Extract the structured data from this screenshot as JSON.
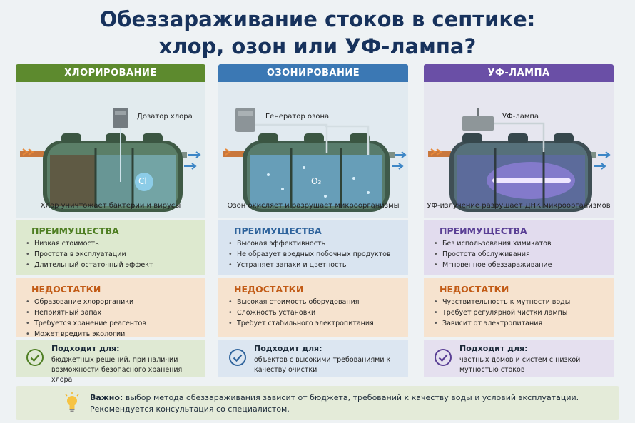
{
  "title_line1": "Обеззараживание стоков в септике:",
  "title_line2": "хлор, озон или УФ-лампа?",
  "columns": [
    {
      "header": "ХЛОРИРОВАНИЕ",
      "device_label": "Дозатор хлора",
      "tank_symbol": "Cl",
      "caption": "Хлор уничтожает бактерии и вирусы",
      "pros_title": "ПРЕИМУЩЕСТВА",
      "pros": [
        "Низкая стоимость",
        "Простота в эксплуатации",
        "Длительный остаточный эффект"
      ],
      "cons_title": "НЕДОСТАТКИ",
      "cons": [
        "Образование хлорорганики",
        "Неприятный запах",
        "Требуется хранение реагентов",
        "Может вредить экологии"
      ],
      "fit_title": "Подходит для:",
      "fit_text": "бюджетных решений, при наличии возможности безопасного хранения хлора",
      "accent": "#5d8a2e"
    },
    {
      "header": "ОЗОНИРОВАНИЕ",
      "device_label": "Генератор озона",
      "tank_symbol": "O₃",
      "caption": "Озон окисляет и разрушает микроорганизмы",
      "pros_title": "ПРЕИМУЩЕСТВА",
      "pros": [
        "Высокая эффективность",
        "Не образует вредных побочных продуктов",
        "Устраняет запахи и цветность"
      ],
      "cons_title": "НЕДОСТАТКИ",
      "cons": [
        "Высокая стоимость оборудования",
        "Сложность установки",
        "Требует стабильного электропитания"
      ],
      "fit_title": "Подходит для:",
      "fit_text": "объектов с высокими требованиями к качеству очистки",
      "accent": "#3b78b4"
    },
    {
      "header": "УФ-ЛАМПА",
      "device_label": "УФ-лампа",
      "tank_symbol": "",
      "caption": "УФ-излучение разрушает ДНК микроорганизмов",
      "pros_title": "ПРЕИМУЩЕСТВА",
      "pros": [
        "Без использования химикатов",
        "Простота обслуживания",
        "Мгновенное обеззараживание"
      ],
      "cons_title": "НЕДОСТАТКИ",
      "cons": [
        "Чувствительность к мутности воды",
        "Требует регулярной чистки лампы",
        "Зависит от электропитания"
      ],
      "fit_title": "Подходит для:",
      "fit_text": "частных домов и систем с низкой мутностью стоков",
      "accent": "#6a4fa6"
    }
  ],
  "note": {
    "label": "Важно:",
    "line1": "выбор метода обеззараживания зависит от бюджета, требований к качеству воды и условий эксплуатации.",
    "line2": "Рекомендуется консультация со специалистом.",
    "icon": "lightbulb-icon"
  },
  "colors": {
    "title": "#17325c",
    "cons_title": "#c25b16",
    "note_bg": "#e4ebd9"
  }
}
